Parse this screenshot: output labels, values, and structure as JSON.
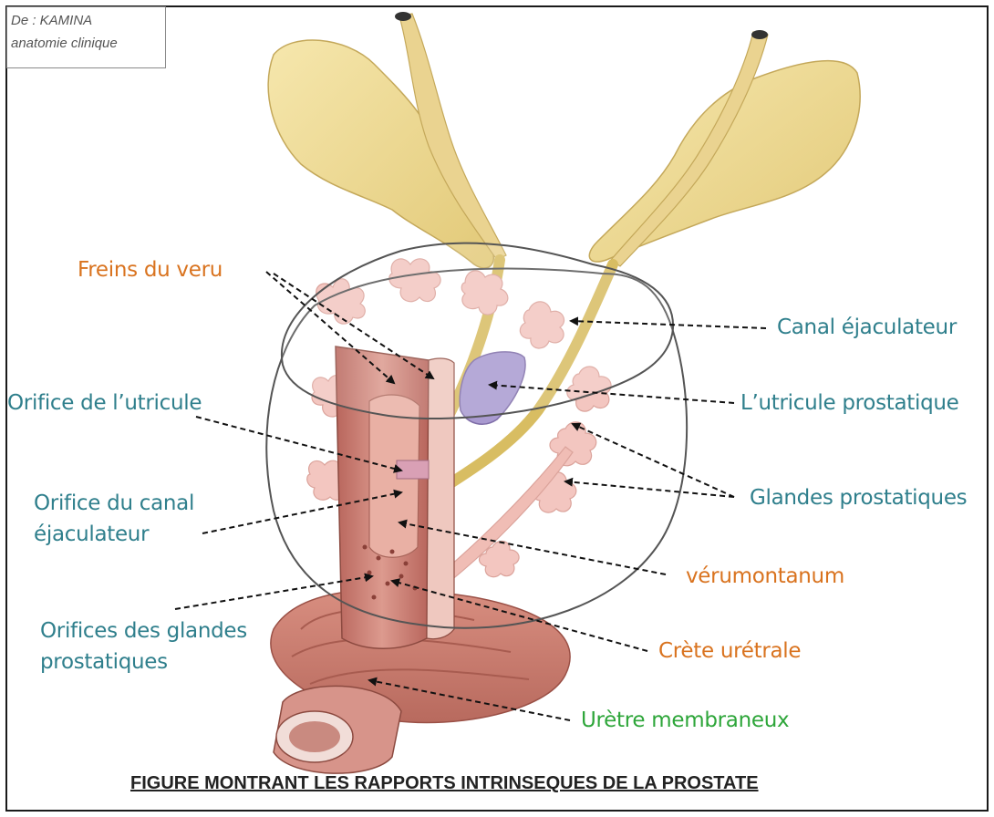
{
  "source": {
    "line1": "De : KAMINA",
    "line2": "anatomie clinique"
  },
  "labels": {
    "freins_du_veru": "Freins du veru",
    "canal_ejaculateur": "Canal éjaculateur",
    "orifice_utricule": "Orifice de l’utricule",
    "utricule_prostatique": "L’utricule prostatique",
    "glandes_prostatiques": "Glandes prostatiques",
    "orifice_canal_line1": "Orifice du canal",
    "orifice_canal_line2": "éjaculateur",
    "verumontanum": "vérumontanum",
    "orifices_glandes_line1": "Orifices des glandes",
    "orifices_glandes_line2": "prostatiques",
    "crete_uretrale": "Crète urétrale",
    "uretre_membraneux": "Urètre membraneux"
  },
  "caption": "FIGURE MONTRANT LES RAPPORTS INTRINSEQUES DE LA PROSTATE",
  "colors": {
    "orange_label": "#d9731f",
    "teal_label": "#2f7f8c",
    "green_label": "#2ea63a",
    "seminal_vesicle": "#efdc96",
    "gland_pink": "#f3c6c0",
    "urethra": "#cf857a",
    "utricle": "#a99ad0"
  }
}
